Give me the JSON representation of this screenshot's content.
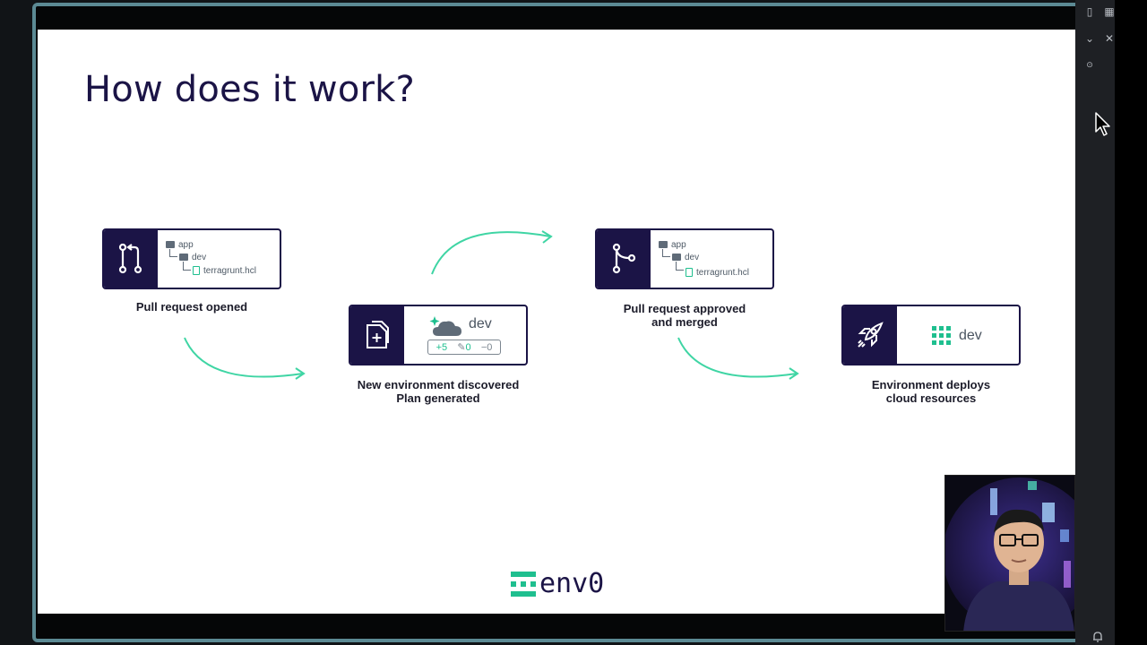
{
  "slide": {
    "title": "How does it work?",
    "steps": [
      {
        "label_lines": [
          "Pull request opened"
        ],
        "tree": [
          "app",
          "dev",
          "terragrunt.hcl"
        ]
      },
      {
        "label_lines": [
          "New environment discovered",
          "Plan generated"
        ],
        "env": "dev",
        "stats": [
          "+5",
          "0",
          "−0"
        ]
      },
      {
        "label_lines": [
          "Pull request approved",
          "and merged"
        ],
        "tree": [
          "app",
          "dev",
          "terragrunt.hcl"
        ]
      },
      {
        "label_lines": [
          "Environment deploys",
          "cloud resources"
        ],
        "env": "dev"
      }
    ],
    "brand": "env0"
  },
  "colors": {
    "navy": "#1b1446",
    "accent": "#1fbf8f",
    "frame": "#5c8a94"
  },
  "icons": {
    "step1": "pull-request-icon",
    "step2": "document-plus-icon",
    "step3": "merge-icon",
    "step4": "rocket-icon"
  }
}
